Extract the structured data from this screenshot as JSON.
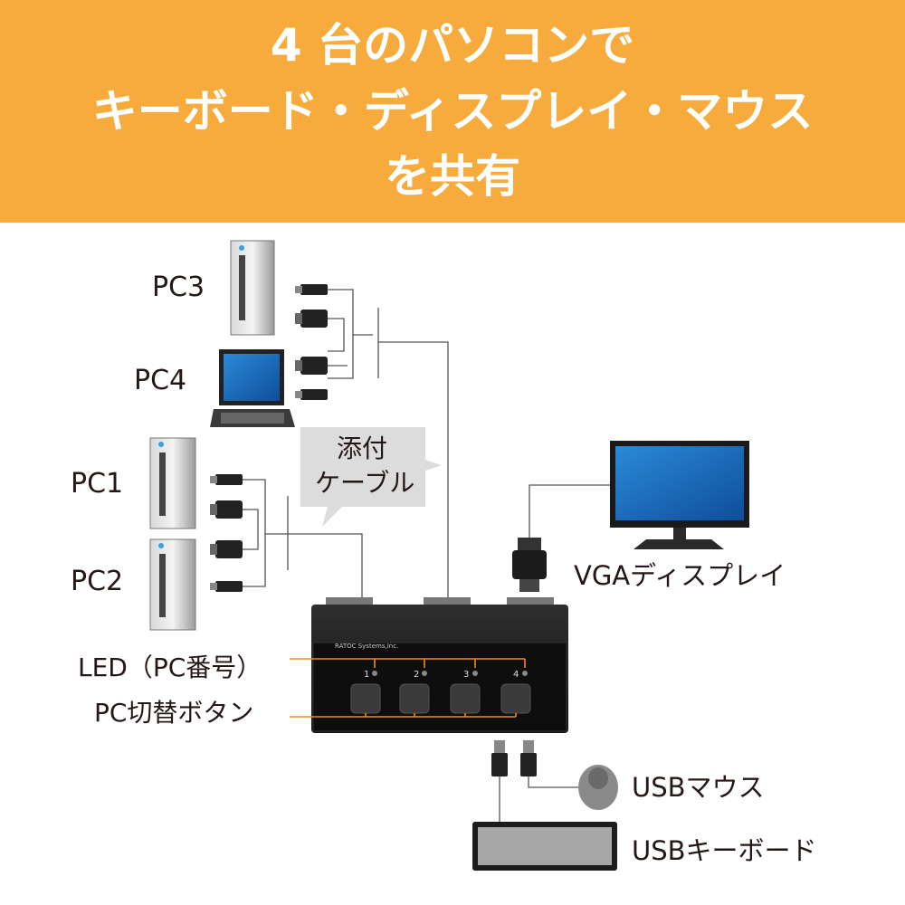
{
  "banner": {
    "line1": "4 台のパソコンで",
    "line2": "キーボード・ディスプレイ・マウス",
    "line3": "を共有",
    "bg_color": "#f7ab3d",
    "text_color": "#ffffff"
  },
  "labels": {
    "pc3": "PC3",
    "pc4": "PC4",
    "pc1": "PC1",
    "pc2": "PC2",
    "cable_line1": "添付",
    "cable_line2": "ケーブル",
    "vga_display": "VGAディスプレイ",
    "led": "LED（PC番号）",
    "switch_buttons": "PC切替ボタン",
    "usb_mouse": "USBマウス",
    "usb_keyboard": "USBキーボード"
  },
  "device": {
    "port_numbers": [
      "1",
      "2",
      "3",
      "4"
    ],
    "logo_text": "RATOC Systems,Inc."
  },
  "colors": {
    "leader_line": "#f08c1e",
    "callout_bg": "#dcdcdc",
    "device_body": "#1c1c1c",
    "monitor_screen": "#1e6fc0"
  }
}
